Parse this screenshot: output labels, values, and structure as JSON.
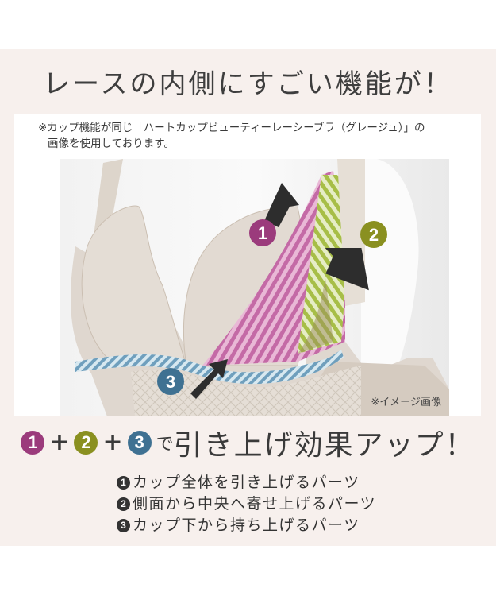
{
  "title": "レースの内側にすごい機能が！",
  "note": {
    "line1": "※カップ機能が同じ「ハートカップビューティーレーシーブラ（グレージュ）」の",
    "line2": "画像を使用しております。"
  },
  "photo": {
    "caption": "※イメージ画像",
    "markers": [
      {
        "label": "1",
        "color": "#9b3b7c"
      },
      {
        "label": "2",
        "color": "#8a9020"
      },
      {
        "label": "3",
        "color": "#3f7192"
      }
    ]
  },
  "headline": {
    "badges": [
      {
        "label": "1",
        "color": "#9b3b7c"
      },
      {
        "label": "2",
        "color": "#8a9020"
      },
      {
        "label": "3",
        "color": "#3f7192"
      }
    ],
    "plus": "+",
    "particle": "で",
    "text": "引き上げ効果アップ！"
  },
  "features": [
    {
      "num": "1",
      "text": "カップ全体を引き上げるパーツ"
    },
    {
      "num": "2",
      "text": "側面から中央へ寄せ上げるパーツ"
    },
    {
      "num": "3",
      "text": "カップ下から持ち上げるパーツ"
    }
  ],
  "colors": {
    "panel_bg": "#f7f0ed",
    "card_bg": "#ffffff",
    "text": "#3a3a3a"
  }
}
